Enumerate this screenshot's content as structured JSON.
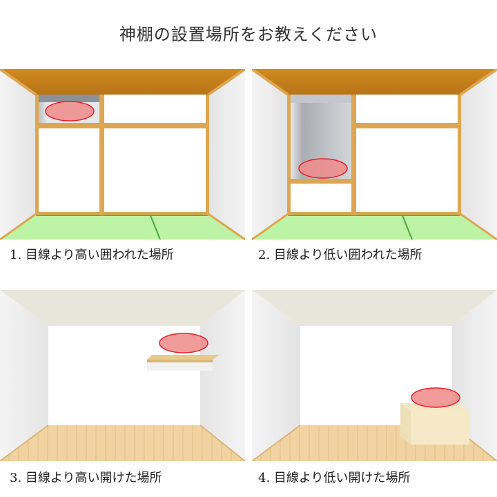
{
  "title": "神棚の設置場所をお教えください",
  "panels": [
    {
      "caption": "1. 目線より高い囲われた場所"
    },
    {
      "caption": "2. 目線より低い囲われた場所"
    },
    {
      "caption": "3. 目線より高い開けた場所"
    },
    {
      "caption": "4. 目線より低い開けた場所"
    }
  ],
  "colors": {
    "highlight": "#f08a8a",
    "highlight_stroke": "#e8202a",
    "wood": "#dda652",
    "tatami": "#bdf3a4",
    "floor": "#f0d3a0"
  }
}
